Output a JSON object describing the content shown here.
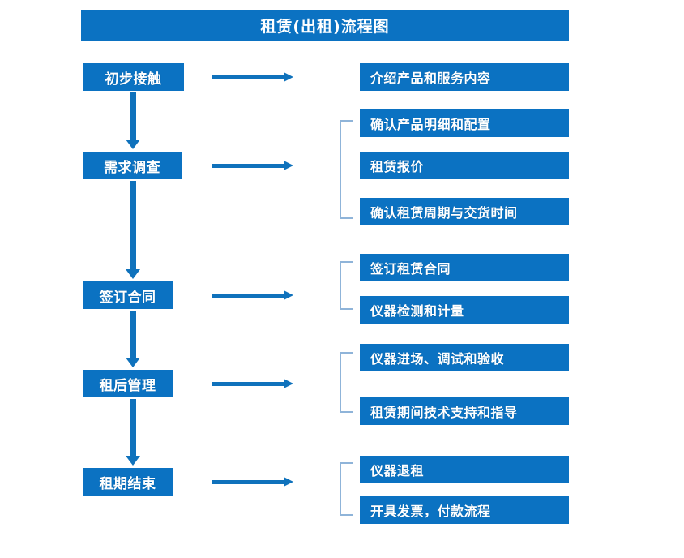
{
  "title": {
    "text": "租赁(出租)流程图"
  },
  "colors": {
    "primary": "#0b72c2",
    "arrow": "#0f72bc",
    "brace": "#8fb4d9",
    "text": "#ffffff",
    "background": "#ffffff"
  },
  "stages": [
    {
      "id": "initial-contact",
      "label": "初步接触"
    },
    {
      "id": "demand-survey",
      "label": "需求调查"
    },
    {
      "id": "sign-contract",
      "label": "签订合同"
    },
    {
      "id": "post-rental-management",
      "label": "租后管理"
    },
    {
      "id": "lease-end",
      "label": "租期结束"
    }
  ],
  "details": [
    {
      "id": "introduce-products",
      "label": "介绍产品和服务内容"
    },
    {
      "id": "confirm-product-details",
      "label": "确认产品明细和配置"
    },
    {
      "id": "rental-quotation",
      "label": "租赁报价"
    },
    {
      "id": "confirm-lease-period",
      "label": "确认租赁周期与交货时间"
    },
    {
      "id": "sign-lease-contract",
      "label": "签订租赁合同"
    },
    {
      "id": "instrument-inspection",
      "label": "仪器检测和计量"
    },
    {
      "id": "instrument-entry",
      "label": "仪器进场、调试和验收"
    },
    {
      "id": "technical-support",
      "label": "租赁期间技术支持和指导"
    },
    {
      "id": "instrument-return",
      "label": "仪器退租"
    },
    {
      "id": "invoice-payment",
      "label": "开具发票，付款流程"
    }
  ],
  "connectors": {
    "stage_to_detail_arrow": "right-arrow",
    "stage_to_stage_arrow": "down-arrow",
    "group_bracket": "brace"
  }
}
